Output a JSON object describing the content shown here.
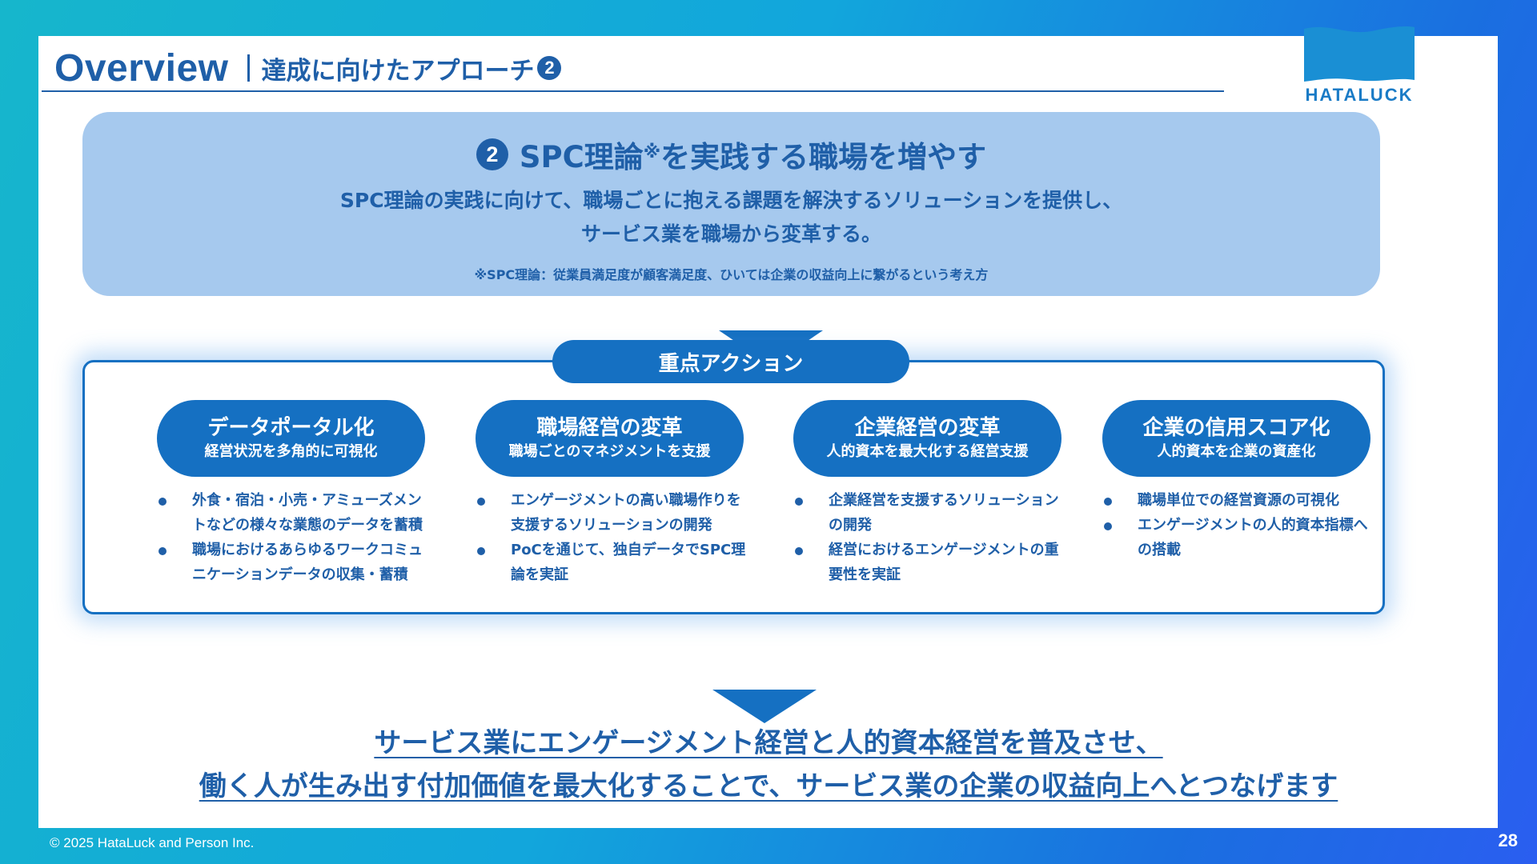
{
  "header": {
    "title": "Overview",
    "subtitle": "達成に向けたアプローチ",
    "subtitle_number": "2"
  },
  "logo": {
    "text": "HATALUCK",
    "color": "#1a7bc6"
  },
  "top_box": {
    "number": "2",
    "heading": "SPC理論",
    "heading_mark": "※",
    "heading_rest": "を実践する職場を増やす",
    "desc_line1": "SPC理論の実践に向けて、職場ごとに抱える課題を解決するソリューションを提供し、",
    "desc_line2": "サービス業を職場から変革する。",
    "note": "※SPC理論：従業員満足度が顧客満足度、ひいては企業の収益向上に繋がるという考え方"
  },
  "actions": {
    "label": "重点アクション",
    "columns": [
      {
        "title": "データポータル化",
        "subtitle": "経営状況を多角的に可視化",
        "bullets": [
          "外食・宿泊・小売・アミューズメントなどの様々な業態のデータを蓄積",
          "職場におけるあらゆるワークコミュニケーションデータの収集・蓄積"
        ]
      },
      {
        "title": "職場経営の変革",
        "subtitle": "職場ごとのマネジメントを支援",
        "bullets": [
          "エンゲージメントの高い職場作りを支援するソリューションの開発",
          "PoCを通じて、独自データでSPC理論を実証"
        ]
      },
      {
        "title": "企業経営の変革",
        "subtitle": "人的資本を最大化する経営支援",
        "bullets": [
          "企業経営を支援するソリューションの開発",
          "経営におけるエンゲージメントの重要性を実証"
        ]
      },
      {
        "title": "企業の信用スコア化",
        "subtitle": "人的資本を企業の資産化",
        "bullets": [
          "職場単位での経営資源の可視化",
          "エンゲージメントの人的資本指標への搭載"
        ]
      }
    ]
  },
  "conclusion": {
    "line1": "サービス業にエンゲージメント経営と人的資本経営を普及させ、",
    "line2": "働く人が生み出す付加価値を最大化することで、サービス業の企業の収益向上へとつなげます"
  },
  "footer": {
    "copyright": "© 2025 HataLuck and Person Inc.",
    "page_number": "28"
  },
  "colors": {
    "primary": "#1f5fa8",
    "accent": "#1570c2",
    "light_box": "#a6c9ee"
  }
}
